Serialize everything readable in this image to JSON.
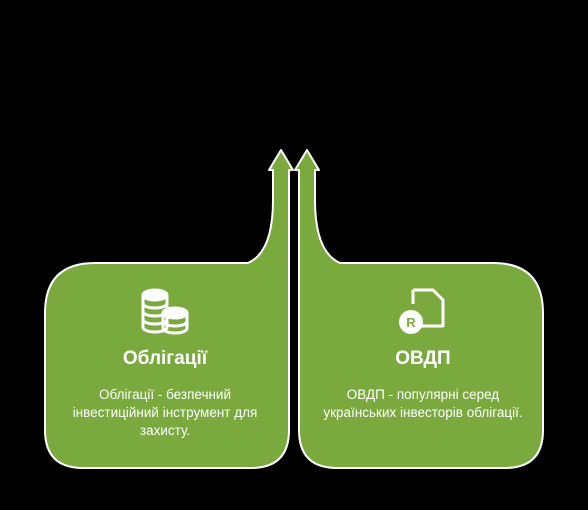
{
  "colors": {
    "background": "#000000",
    "card_fill": "#7aaa3e",
    "card_stroke": "#ffffff",
    "text": "#ffffff"
  },
  "cards": [
    {
      "icon": "coins-stack-icon",
      "title": "Облігації",
      "description": "Облігації - безпечний інвестиційний інструмент для захисту."
    },
    {
      "icon": "bond-certificate-icon",
      "title": "ОВДП",
      "description": "ОВДП - популярні серед українських інвесторів облігації."
    }
  ]
}
